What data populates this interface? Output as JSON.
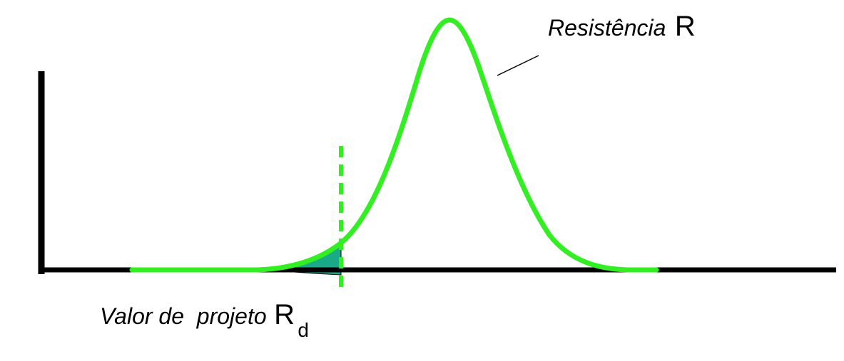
{
  "curve_label": {
    "text": "Resistência",
    "symbol": "R"
  },
  "design_value_label": {
    "text": "Valor de  projeto",
    "symbol": "R",
    "subscript": "d"
  },
  "colors": {
    "curve": "#33ee22",
    "axis": "#000000",
    "shaded_tail": "#1aaa88",
    "leader_line": "#000000"
  }
}
